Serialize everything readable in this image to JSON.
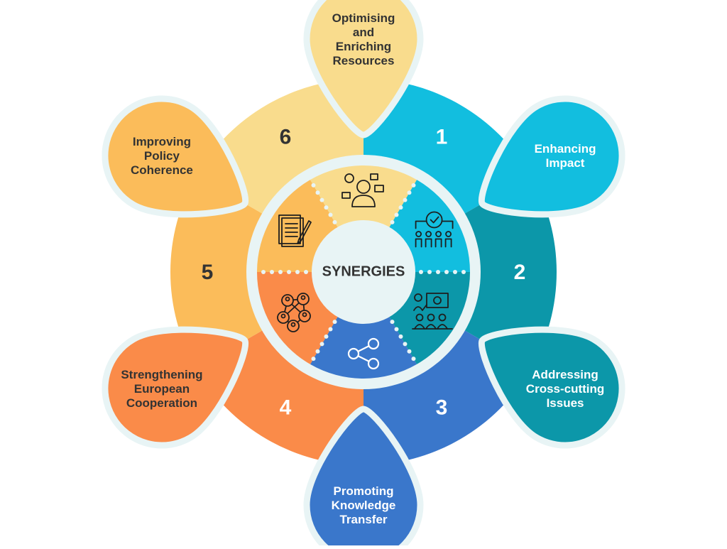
{
  "center": {
    "label": "SYNERGIES"
  },
  "segments": [
    {
      "number": "1",
      "lines": [
        "Enhancing",
        "Impact"
      ],
      "color": "#12BEDF",
      "icon": "team-check-icon"
    },
    {
      "number": "2",
      "lines": [
        "Addressing",
        "Cross-cutting",
        "Issues"
      ],
      "color": "#0C97A9",
      "icon": "presentation-icon"
    },
    {
      "number": "3",
      "lines": [
        "Promoting",
        "Knowledge",
        "Transfer"
      ],
      "color": "#3A77CB",
      "icon": "share-icon"
    },
    {
      "number": "4",
      "lines": [
        "Strengthening",
        "European",
        "Cooperation"
      ],
      "color": "#FA8B49",
      "icon": "network-people-icon"
    },
    {
      "number": "5",
      "lines": [
        "Improving",
        "Policy",
        "Coherence"
      ],
      "color": "#FBBC5A",
      "icon": "document-pen-icon"
    },
    {
      "number": "6",
      "lines": [
        "Optimising",
        "and",
        "Enriching",
        "Resources"
      ],
      "color": "#F9DC8D",
      "icon": "person-resources-icon"
    }
  ],
  "colors": {
    "outline": "#E8F4F5",
    "center_fill": "#E8F4F5",
    "text_dark": "#333333",
    "text_light": "#FFFFFF"
  }
}
